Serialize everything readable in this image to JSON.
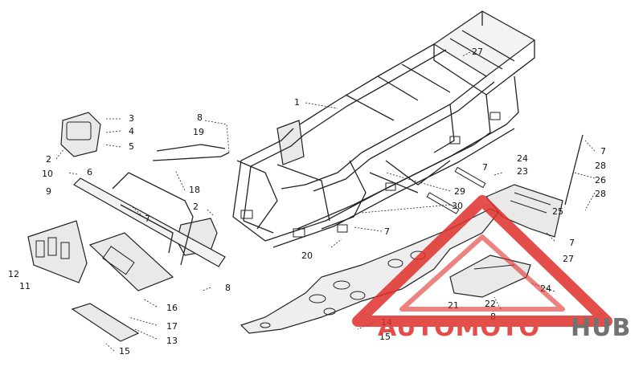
{
  "callouts": [
    {
      "id": "c1",
      "text": "1"
    },
    {
      "id": "c27a",
      "text": "27"
    },
    {
      "id": "c3",
      "text": "3"
    },
    {
      "id": "c4",
      "text": "4"
    },
    {
      "id": "c5",
      "text": "5"
    },
    {
      "id": "c2a",
      "text": "2"
    },
    {
      "id": "c6",
      "text": "6"
    },
    {
      "id": "c10",
      "text": "10"
    },
    {
      "id": "c9",
      "text": "9"
    },
    {
      "id": "c8a",
      "text": "8"
    },
    {
      "id": "c19",
      "text": "19"
    },
    {
      "id": "c18",
      "text": "18"
    },
    {
      "id": "c7a",
      "text": "7"
    },
    {
      "id": "c2b",
      "text": "2"
    },
    {
      "id": "c12",
      "text": "12"
    },
    {
      "id": "c11",
      "text": "11"
    },
    {
      "id": "c8b",
      "text": "8"
    },
    {
      "id": "c16",
      "text": "16"
    },
    {
      "id": "c17",
      "text": "17"
    },
    {
      "id": "c13",
      "text": "13"
    },
    {
      "id": "c15a",
      "text": "15"
    },
    {
      "id": "c20",
      "text": "20"
    },
    {
      "id": "c7b",
      "text": "7"
    },
    {
      "id": "c29",
      "text": "29"
    },
    {
      "id": "c30",
      "text": "30"
    },
    {
      "id": "c7c",
      "text": "7"
    },
    {
      "id": "c24a",
      "text": "24"
    },
    {
      "id": "c23",
      "text": "23"
    },
    {
      "id": "c25",
      "text": "25"
    },
    {
      "id": "c7d",
      "text": "7"
    },
    {
      "id": "c27b",
      "text": "27"
    },
    {
      "id": "c24b",
      "text": "24"
    },
    {
      "id": "c21",
      "text": "21"
    },
    {
      "id": "c22",
      "text": "22"
    },
    {
      "id": "c8c",
      "text": "8"
    },
    {
      "id": "c14",
      "text": "14"
    },
    {
      "id": "c15b",
      "text": "15"
    },
    {
      "id": "c7e",
      "text": "7"
    },
    {
      "id": "c28a",
      "text": "28"
    },
    {
      "id": "c26",
      "text": "26"
    },
    {
      "id": "c28b",
      "text": "28"
    }
  ],
  "watermark": {
    "word_a": "AUTOMOTO",
    "word_b": "HUB",
    "color_red": "#e0302b",
    "color_gray": "#5a5a5a"
  }
}
